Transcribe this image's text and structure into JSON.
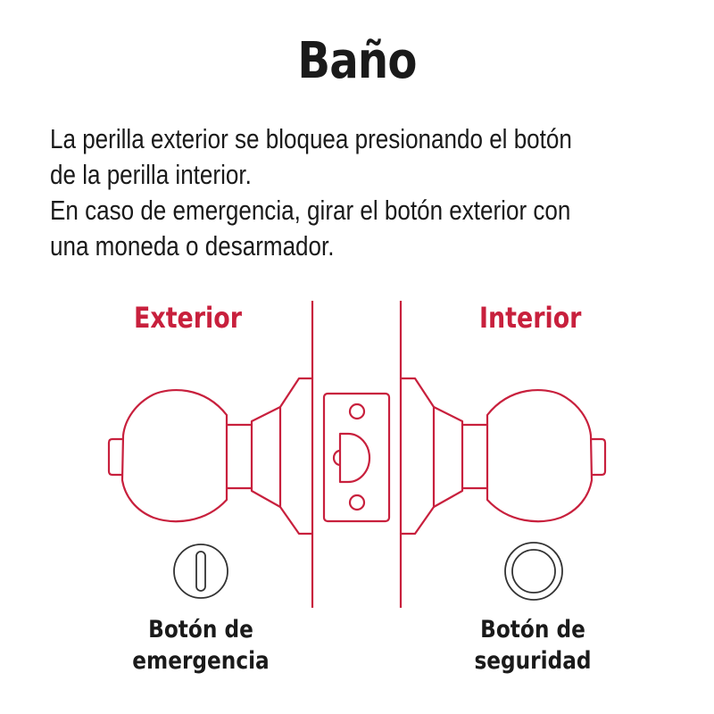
{
  "title": "Baño",
  "description": {
    "lines": [
      "La perilla exterior se bloquea presionando el botón",
      "de la perilla interior.",
      "En caso de emergencia, girar el botón exterior con",
      "una moneda o desarmador."
    ]
  },
  "diagram": {
    "exterior_label": "Exterior",
    "interior_label": "Interior",
    "accent_color": "#c8203d",
    "icon_color": "#333333",
    "emergency_button": {
      "icon": "slotted-button-icon",
      "label_lines": [
        "Botón de",
        "emergencia"
      ]
    },
    "security_button": {
      "icon": "ring-button-icon",
      "label_lines": [
        "Botón de",
        "seguridad"
      ]
    }
  }
}
